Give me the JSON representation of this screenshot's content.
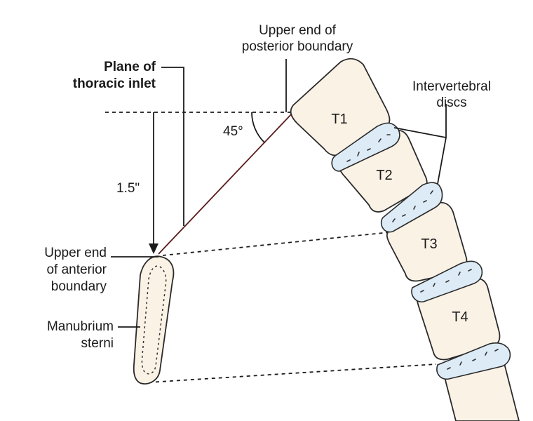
{
  "labels": {
    "posterior_line1": "Upper end of",
    "posterior_line2": "posterior boundary",
    "plane_line1": "Plane of",
    "plane_line2": "thoracic inlet",
    "disc_line1": "Intervertebral",
    "disc_line2": "discs",
    "angle": "45°",
    "distance": "1.5\"",
    "anterior_line1": "Upper end",
    "anterior_line2": "of anterior",
    "anterior_line3": "boundary",
    "manubrium_line1": "Manubrium",
    "manubrium_line2": "sterni"
  },
  "vertebrae": [
    "T1",
    "T2",
    "T3",
    "T4"
  ],
  "colors": {
    "bone_fill": "#fbf2e6",
    "disc_fill": "#dcebf6",
    "plane_line": "#5a1a1a",
    "ink": "#1a1a1a"
  }
}
